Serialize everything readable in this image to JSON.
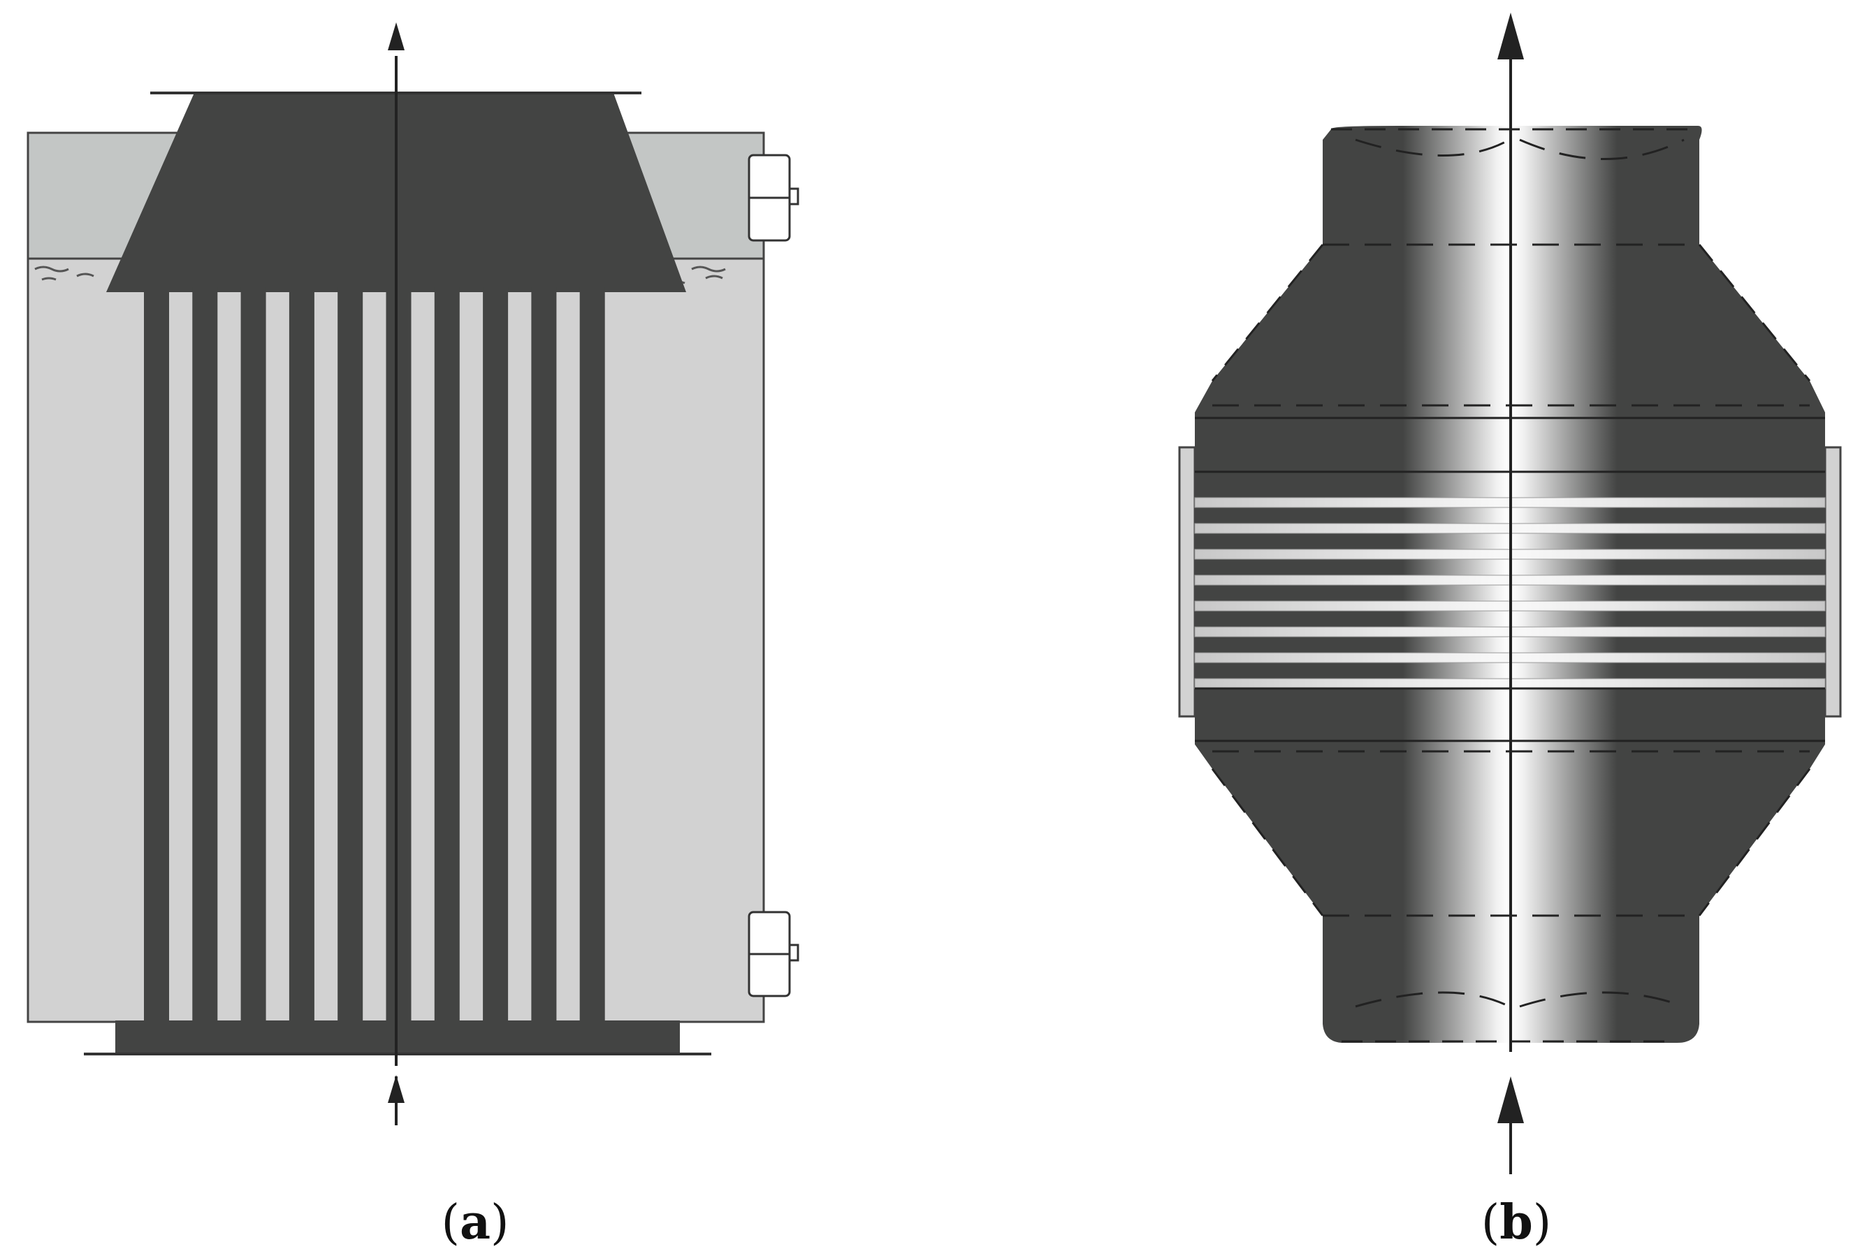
{
  "figure": {
    "panels": [
      {
        "id": "a",
        "caption_open": "(",
        "caption_label": "a",
        "caption_close": ")"
      },
      {
        "id": "b",
        "caption_open": "(",
        "caption_label": "b",
        "caption_close": ")"
      }
    ],
    "panel_a": {
      "tube_count": 10
    },
    "panel_b": {
      "plate_count": 8
    },
    "colors": {
      "dark": "#434443",
      "light_gray": "#d2d2d2",
      "mid_gray": "#c3c6c5",
      "line": "#333333",
      "white": "#ffffff"
    }
  }
}
